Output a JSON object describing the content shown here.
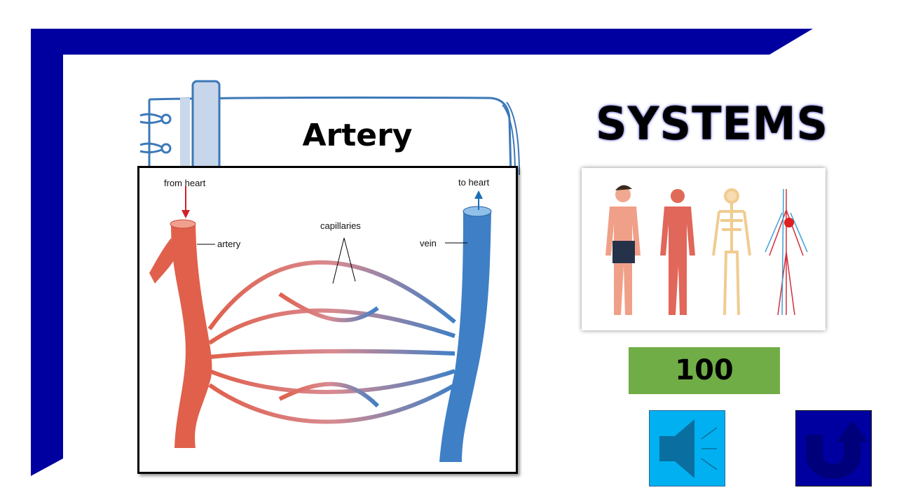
{
  "slide": {
    "title": "Artery",
    "category": "SYSTEMS",
    "score": "100"
  },
  "diagram": {
    "labels": {
      "from_heart": "from heart",
      "to_heart": "to heart",
      "artery": "artery",
      "capillaries": "capillaries",
      "vein": "vein"
    }
  },
  "buttons": {
    "sound_icon": "speaker-icon",
    "back_icon": "u-turn-arrow-icon"
  },
  "colors": {
    "frame": "#0000a0",
    "score_bg": "#70ad47",
    "sound_bg": "#00b0f0",
    "back_bg": "#0000a0",
    "artery": "#e0604c",
    "vein": "#3f7fc6"
  }
}
